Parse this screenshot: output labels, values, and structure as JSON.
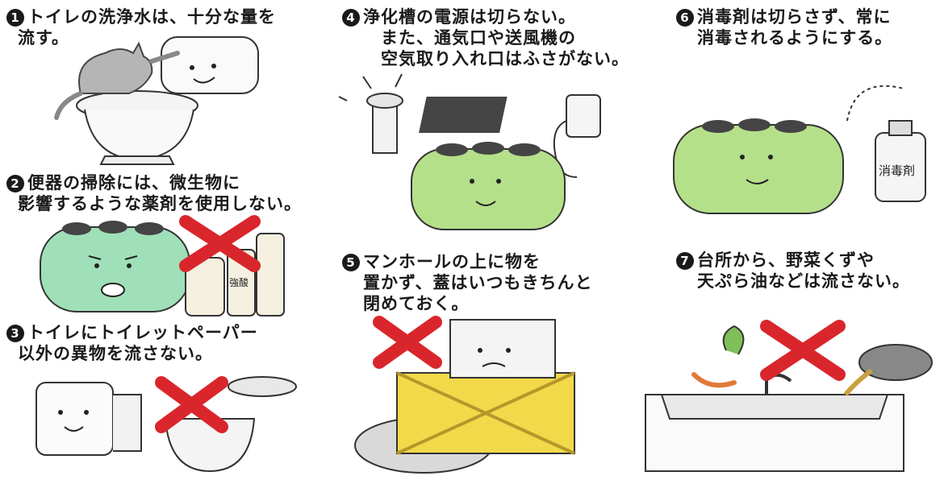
{
  "items": [
    {
      "num": "1",
      "lines": [
        "トイレの洗浄水は、十分な量を",
        "流す。"
      ]
    },
    {
      "num": "2",
      "lines": [
        "便器の掃除には、微生物に",
        "影響するような薬剤を使用しない。"
      ]
    },
    {
      "num": "3",
      "lines": [
        "トイレにトイレットペーパー",
        "以外の異物を流さない。"
      ]
    },
    {
      "num": "4",
      "lines": [
        "浄化槽の電源は切らない。",
        "また、通気口や送風機の",
        "空気取り入れ口はふさがない。"
      ]
    },
    {
      "num": "5",
      "lines": [
        "マンホールの上に物を",
        "置かず、蓋はいつもきちんと",
        "閉めておく。"
      ]
    },
    {
      "num": "6",
      "lines": [
        "消毒剤は切らさず、常に",
        "消毒されるようにする。"
      ]
    },
    {
      "num": "7",
      "lines": [
        "台所から、野菜くずや",
        "天ぷら油などは流さない。"
      ]
    }
  ],
  "labels": {
    "bottle_label": "消毒剤",
    "chem_label": "強酸"
  },
  "colors": {
    "tank_green": "#b5e08a",
    "cross_red": "#d9262c",
    "crate_yellow": "#f2d94a"
  }
}
